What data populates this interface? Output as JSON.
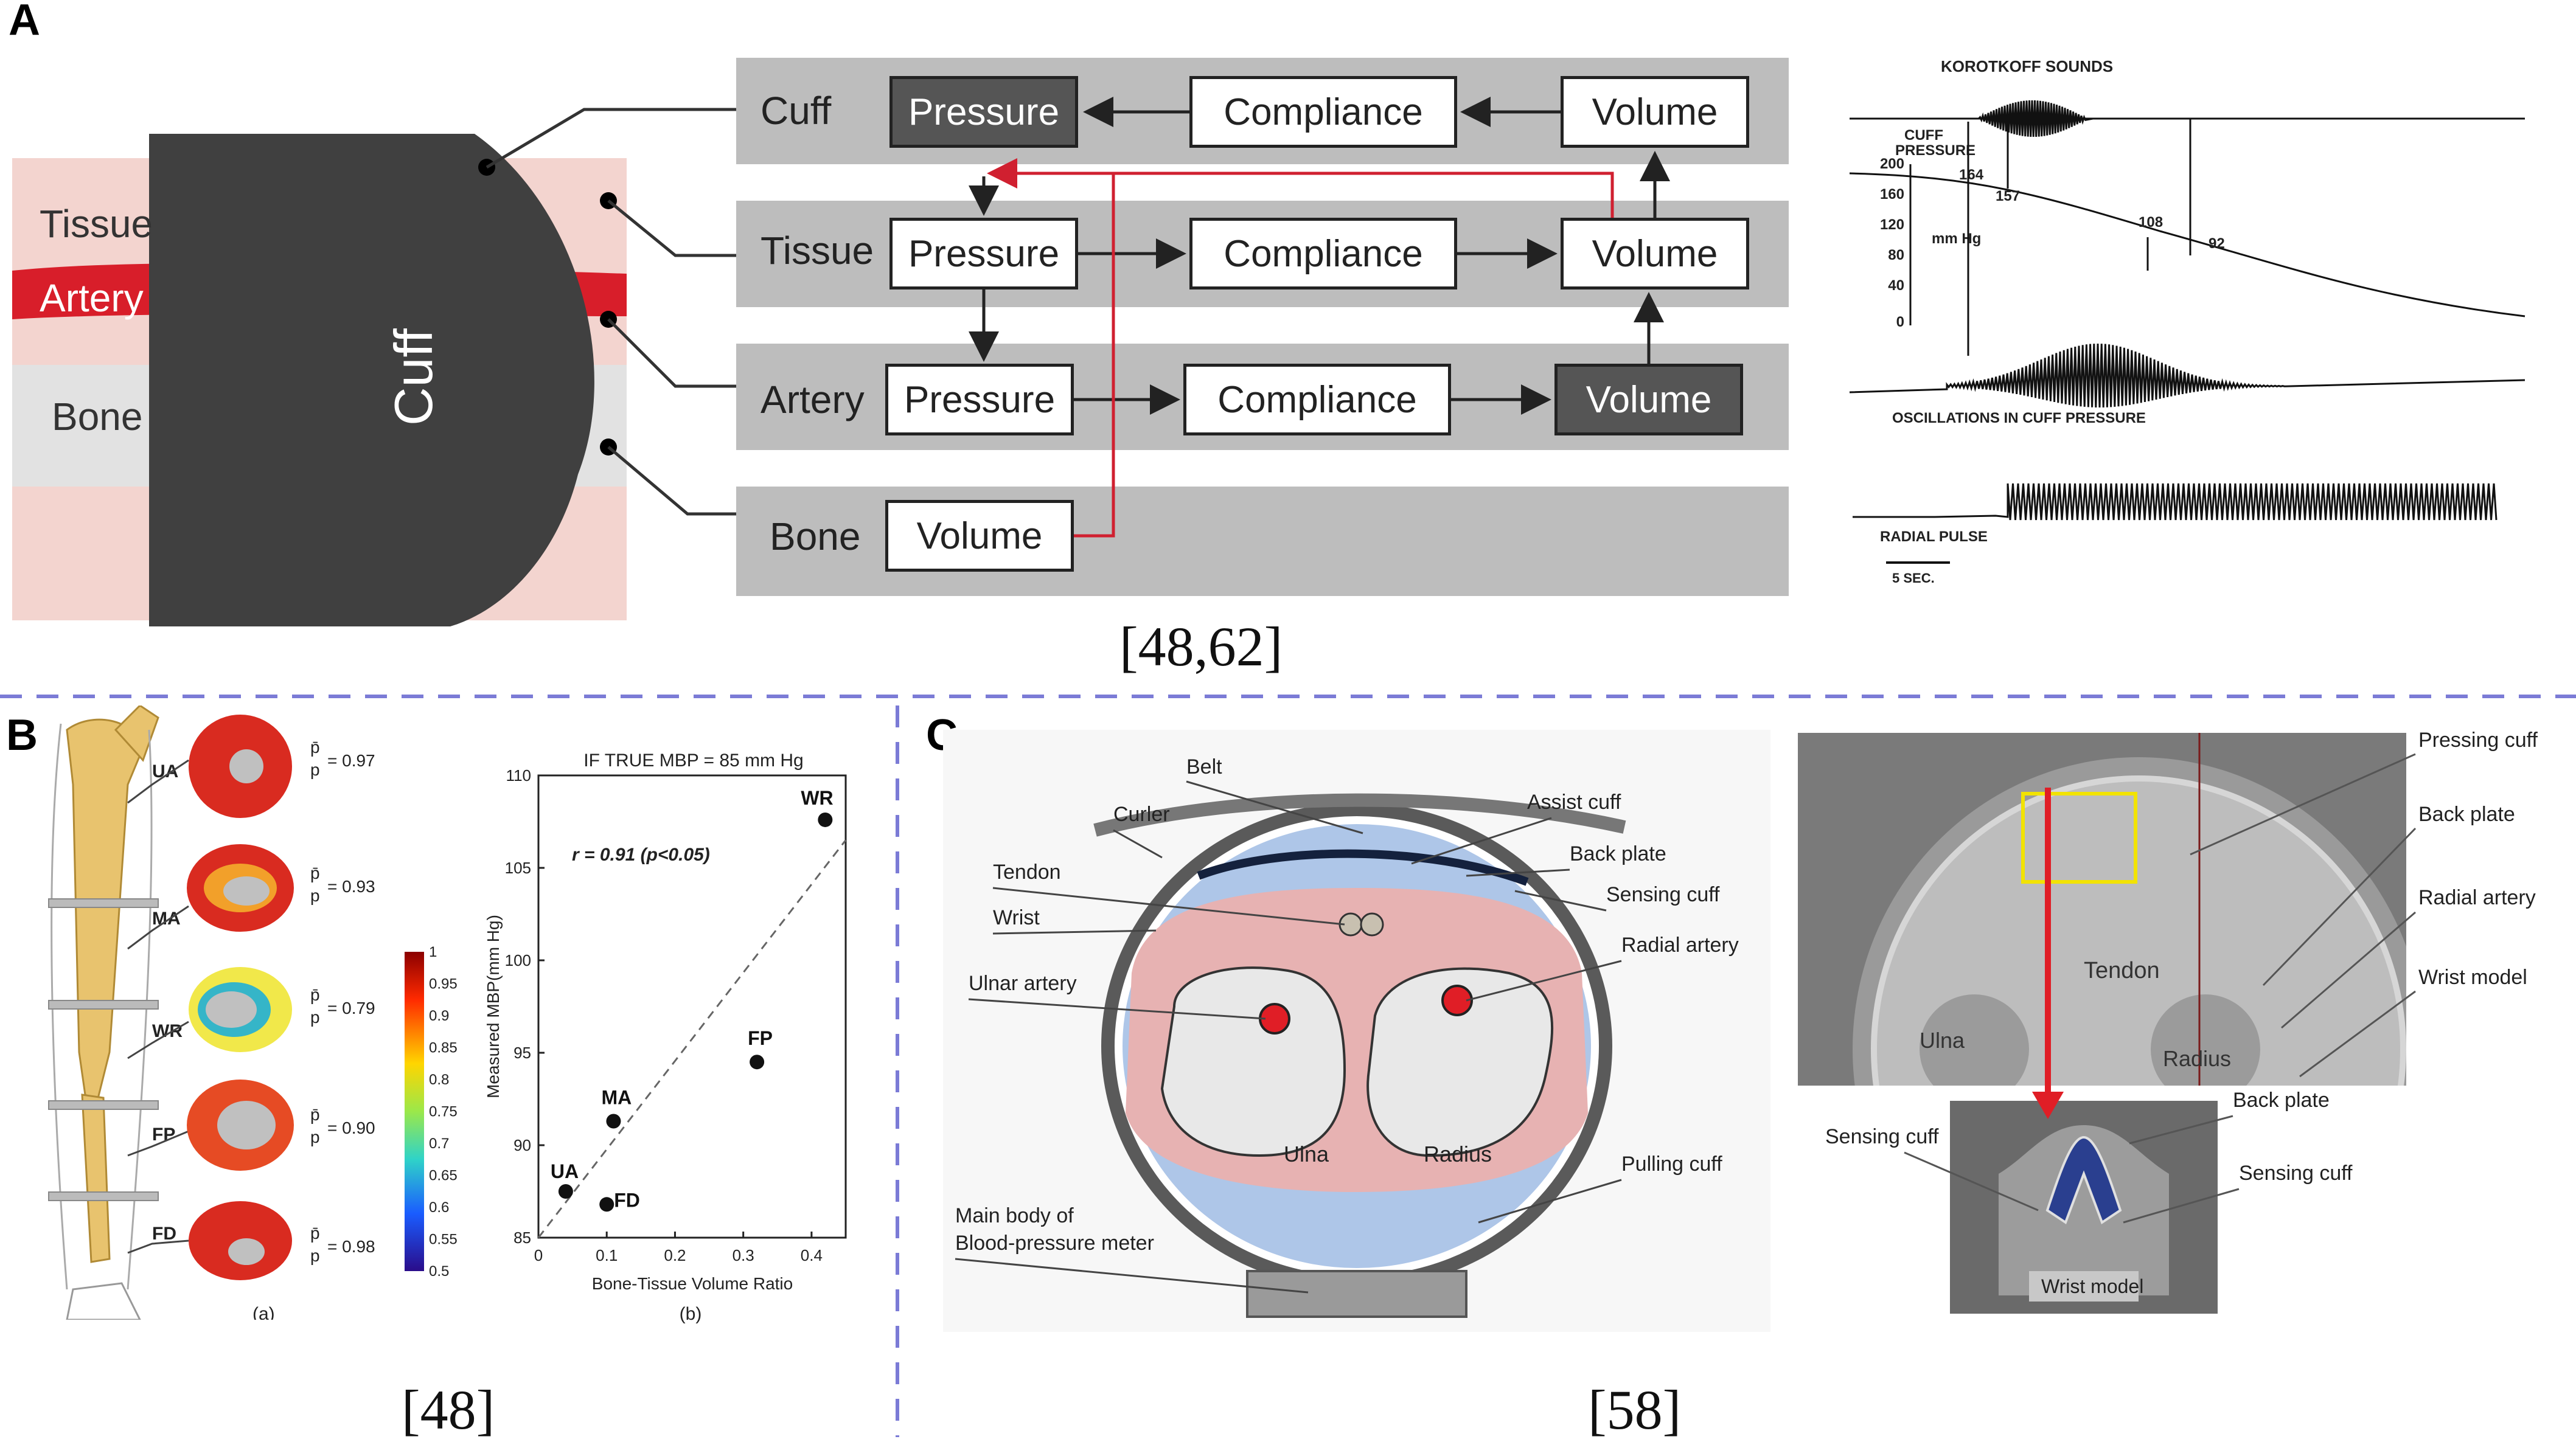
{
  "panels": {
    "a": {
      "letter": "A",
      "citation": "[48,62]",
      "anatomy": {
        "cuff_label": "Cuff",
        "layers": [
          "Tissue",
          "Artery",
          "Bone"
        ]
      },
      "flowchart": {
        "rows": [
          {
            "label": "Cuff",
            "boxes": [
              "Pressure",
              "Compliance",
              "Volume"
            ]
          },
          {
            "label": "Tissue",
            "boxes": [
              "Pressure",
              "Compliance",
              "Volume"
            ]
          },
          {
            "label": "Artery",
            "boxes": [
              "Pressure",
              "Compliance",
              "Volume"
            ]
          },
          {
            "label": "Bone",
            "boxes": [
              "Volume"
            ]
          }
        ]
      },
      "trace": {
        "korotkoff_label": "KOROTKOFF SOUNDS",
        "cuff_pressure_label_1": "CUFF",
        "cuff_pressure_label_2": "PRESSURE",
        "pressure_ticks": [
          "200",
          "160",
          "120",
          "80",
          "40",
          "0"
        ],
        "unit": "mm Hg",
        "values": [
          "164",
          "157",
          "108",
          "92"
        ],
        "oscillations_label": "OSCILLATIONS IN CUFF PRESSURE",
        "radial_label": "RADIAL PULSE",
        "time_label": "5 SEC."
      }
    },
    "b": {
      "letter": "B",
      "citation": "[48]",
      "sections": [
        {
          "label": "UA",
          "ratio": "= 0.97"
        },
        {
          "label": "MA",
          "ratio": "= 0.93"
        },
        {
          "label": "WR",
          "ratio": "= 0.79"
        },
        {
          "label": "FP",
          "ratio": "= 0.90"
        },
        {
          "label": "FD",
          "ratio": "= 0.98"
        }
      ],
      "ratio_symbol_top": "p̄",
      "ratio_symbol_bottom": "p",
      "colorbar_ticks": [
        "1",
        "0.95",
        "0.9",
        "0.85",
        "0.8",
        "0.75",
        "0.7",
        "0.65",
        "0.6",
        "0.55",
        "0.5"
      ],
      "sub_a": "(a)",
      "sub_b": "(b)"
    },
    "c": {
      "letter": "C",
      "citation": "[58]",
      "diagram_labels": {
        "belt": "Belt",
        "curler": "Curler",
        "tendon": "Tendon",
        "wrist": "Wrist",
        "ulnar_artery": "Ulnar artery",
        "assist_cuff": "Assist cuff",
        "back_plate": "Back plate",
        "sensing_cuff": "Sensing cuff",
        "radial_artery": "Radial artery",
        "ulna": "Ulna",
        "radius": "Radius",
        "pulling_cuff": "Pulling cuff",
        "main_body_1": "Main body of",
        "main_body_2": "Blood-pressure meter"
      },
      "scan_labels": {
        "pressing_cuff": "Pressing cuff",
        "back_plate": "Back plate",
        "radial_artery": "Radial artery",
        "wrist_model": "Wrist model",
        "tendon": "Tendon",
        "ulna": "Ulna",
        "radius": "Radius"
      },
      "inset_labels": {
        "sensing_cuff_left": "Sensing cuff",
        "back_plate": "Back plate",
        "sensing_cuff_right": "Sensing cuff",
        "wrist_model": "Wrist model"
      }
    }
  },
  "chart_data": {
    "type": "scatter",
    "title": "IF TRUE MBP = 85 mm Hg",
    "xlabel": "Bone-Tissue Volume Ratio",
    "ylabel": "Measured MBP(mm Hg)",
    "annotation": "r = 0.91 (p<0.05)",
    "xlim": [
      0,
      0.45
    ],
    "ylim": [
      85,
      110
    ],
    "xticks": [
      0,
      0.1,
      0.2,
      0.3,
      0.4
    ],
    "yticks": [
      85,
      90,
      95,
      100,
      105,
      110
    ],
    "points": [
      {
        "label": "UA",
        "x": 0.04,
        "y": 87.5
      },
      {
        "label": "FD",
        "x": 0.1,
        "y": 86.8
      },
      {
        "label": "MA",
        "x": 0.11,
        "y": 91.3
      },
      {
        "label": "FP",
        "x": 0.32,
        "y": 94.5
      },
      {
        "label": "WR",
        "x": 0.42,
        "y": 107.6
      }
    ],
    "trend_line": {
      "x": [
        0,
        0.45
      ],
      "y": [
        85,
        106.5
      ]
    }
  },
  "colors": {
    "divider": "#7b7bd6",
    "artery_red": "#d81e2a",
    "tissue_pink": "#f3d4cf",
    "cuff_dark": "#404040",
    "band_gray": "#bdbdbd",
    "arrow_red": "#d02030"
  }
}
